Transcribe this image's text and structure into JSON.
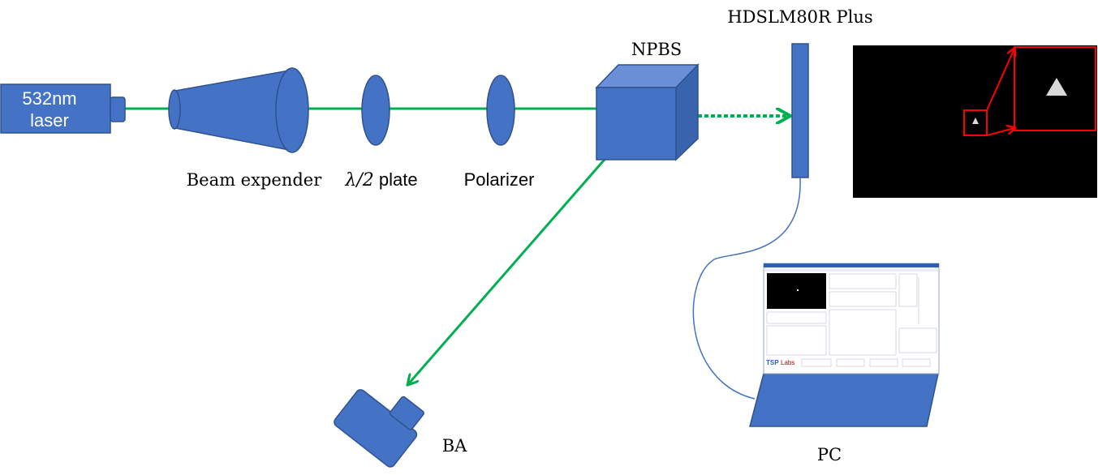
{
  "labels": {
    "laser_line1": "532nm",
    "laser_line2": "laser",
    "beam_expander": "Beam expender",
    "halfwave_symbol": "λ/2",
    "halfwave_text": " plate",
    "polarizer": "Polarizer",
    "npbs": "NPBS",
    "slm": "HDSLM80R Plus",
    "camera": "BA",
    "pc": "PC"
  },
  "screen": {
    "logo_part1": "TSP",
    "logo_part2": "Labs"
  },
  "colors": {
    "component_fill": "#4472c4",
    "component_stroke": "#2f528f",
    "beam": "#00b050",
    "highlight": "#ff0000",
    "cable": "#4472c4"
  },
  "icons": [
    "laser-icon",
    "beam-expander-icon",
    "lens-icon",
    "cube-icon",
    "mirror-icon",
    "camera-icon",
    "laptop-icon"
  ]
}
